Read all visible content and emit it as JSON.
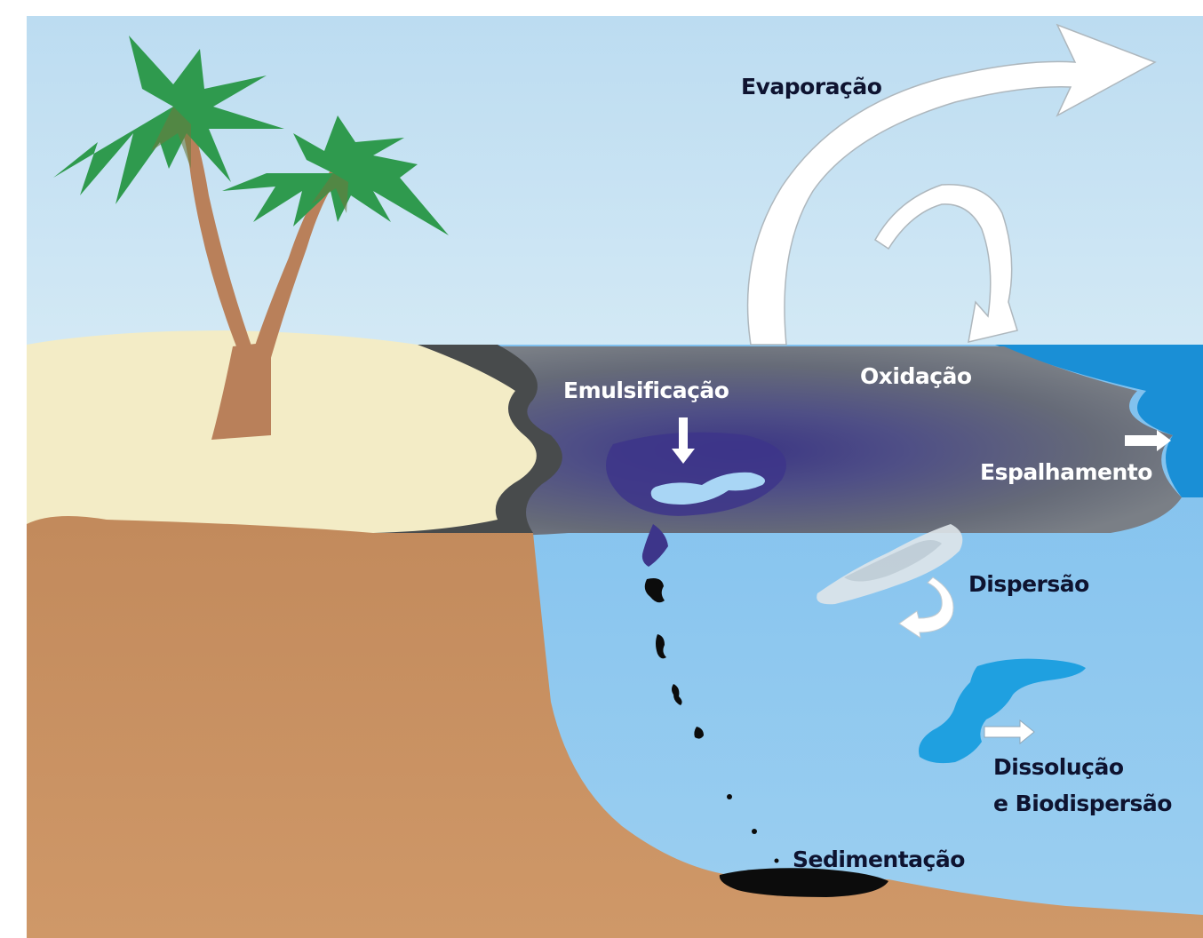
{
  "labels": {
    "evaporation": "Evaporação",
    "oxidation": "Oxidação",
    "emulsification": "Emulsificação",
    "spreading": "Espalhamento",
    "dispersion": "Dispersão",
    "dissolution_line1": "Dissolução",
    "dissolution_line2": "e Biodispersão",
    "sedimentation": "Sedimentação"
  },
  "colors": {
    "sky": "#c4e2f3",
    "sea": "#8ec8ef",
    "sea_deep": "#1a8fd6",
    "sand": "#f3ecc6",
    "soil": "#c98f61",
    "oil_slick": "#5c6478",
    "oil_dark": "#3e3a86",
    "palm_leaf": "#2f9a4e",
    "palm_trunk": "#b9805a",
    "dissolved": "#1fa0e0",
    "label_dark": "#0e1330",
    "label_light": "#ffffff"
  }
}
